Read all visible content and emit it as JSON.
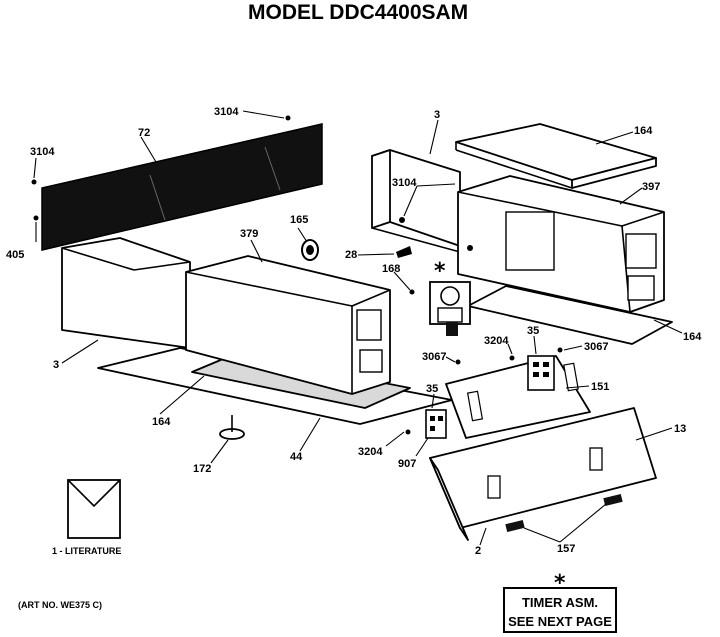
{
  "title": "MODEL DDC4400SAM",
  "labels": {
    "l3104_top": "3104",
    "l72": "72",
    "l3104_left": "3104",
    "l405": "405",
    "l165": "165",
    "l379": "379",
    "l3_top": "3",
    "l3104_mid": "3104",
    "l28": "28",
    "l168": "168",
    "l164_top": "164",
    "l397": "397",
    "l164_right": "164",
    "l3_left": "3",
    "l164_bottom": "164",
    "l172": "172",
    "l44": "44",
    "l3067_a": "3067",
    "l3204_a": "3204",
    "l35_a": "35",
    "l3067_b": "3067",
    "l35_b": "35",
    "l151": "151",
    "l3204_b": "3204",
    "l907": "907",
    "l13": "13",
    "l2": "2",
    "l157": "157",
    "star": "*"
  },
  "literature": "1 - LITERATURE",
  "art_no": "(ART NO. WE375 C)",
  "note": {
    "star": "*",
    "line1": "TIMER ASM.",
    "line2": "SEE NEXT PAGE"
  }
}
